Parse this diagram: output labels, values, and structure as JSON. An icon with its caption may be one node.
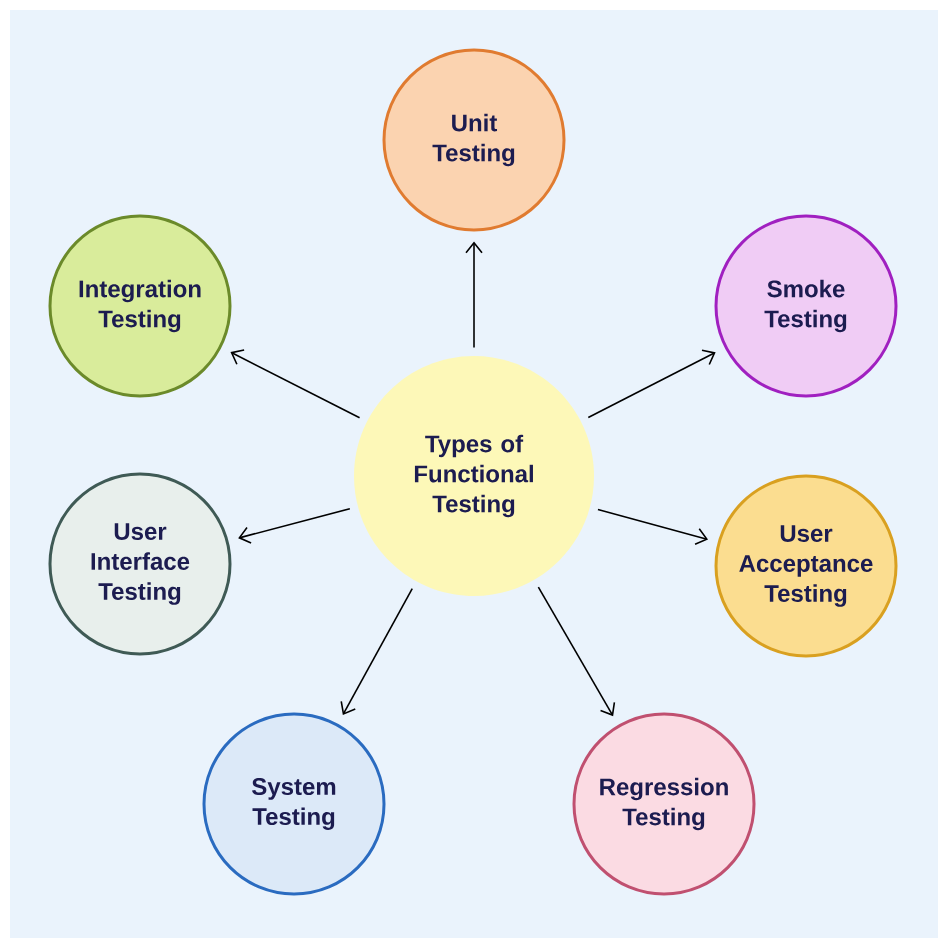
{
  "diagram": {
    "nodes": [
      {
        "text": [
          "Types of Functional Testing"
        ]
      },
      {
        "text": [
          "Unit Testing"
        ]
      },
      {
        "text": [
          "Integration Testing"
        ]
      },
      {
        "text": [
          "Smoke Testing"
        ]
      },
      {
        "text": [
          "User Interface Testing"
        ]
      },
      {
        "text": [
          "User Acceptance Testing"
        ]
      },
      {
        "text": [
          "System Testing"
        ]
      },
      {
        "text": [
          "Regression Testing"
        ]
      }
    ],
    "edges": [
      {
        "from": 0,
        "to": 1,
        "arrow": "to"
      },
      {
        "from": 0,
        "to": 2,
        "arrow": "to"
      },
      {
        "from": 0,
        "to": 3,
        "arrow": "to"
      },
      {
        "from": 0,
        "to": 4,
        "arrow": "to"
      },
      {
        "from": 0,
        "to": 5,
        "arrow": "to"
      },
      {
        "from": 0,
        "to": 6,
        "arrow": "to"
      },
      {
        "from": 0,
        "to": 7,
        "arrow": "to"
      }
    ]
  }
}
